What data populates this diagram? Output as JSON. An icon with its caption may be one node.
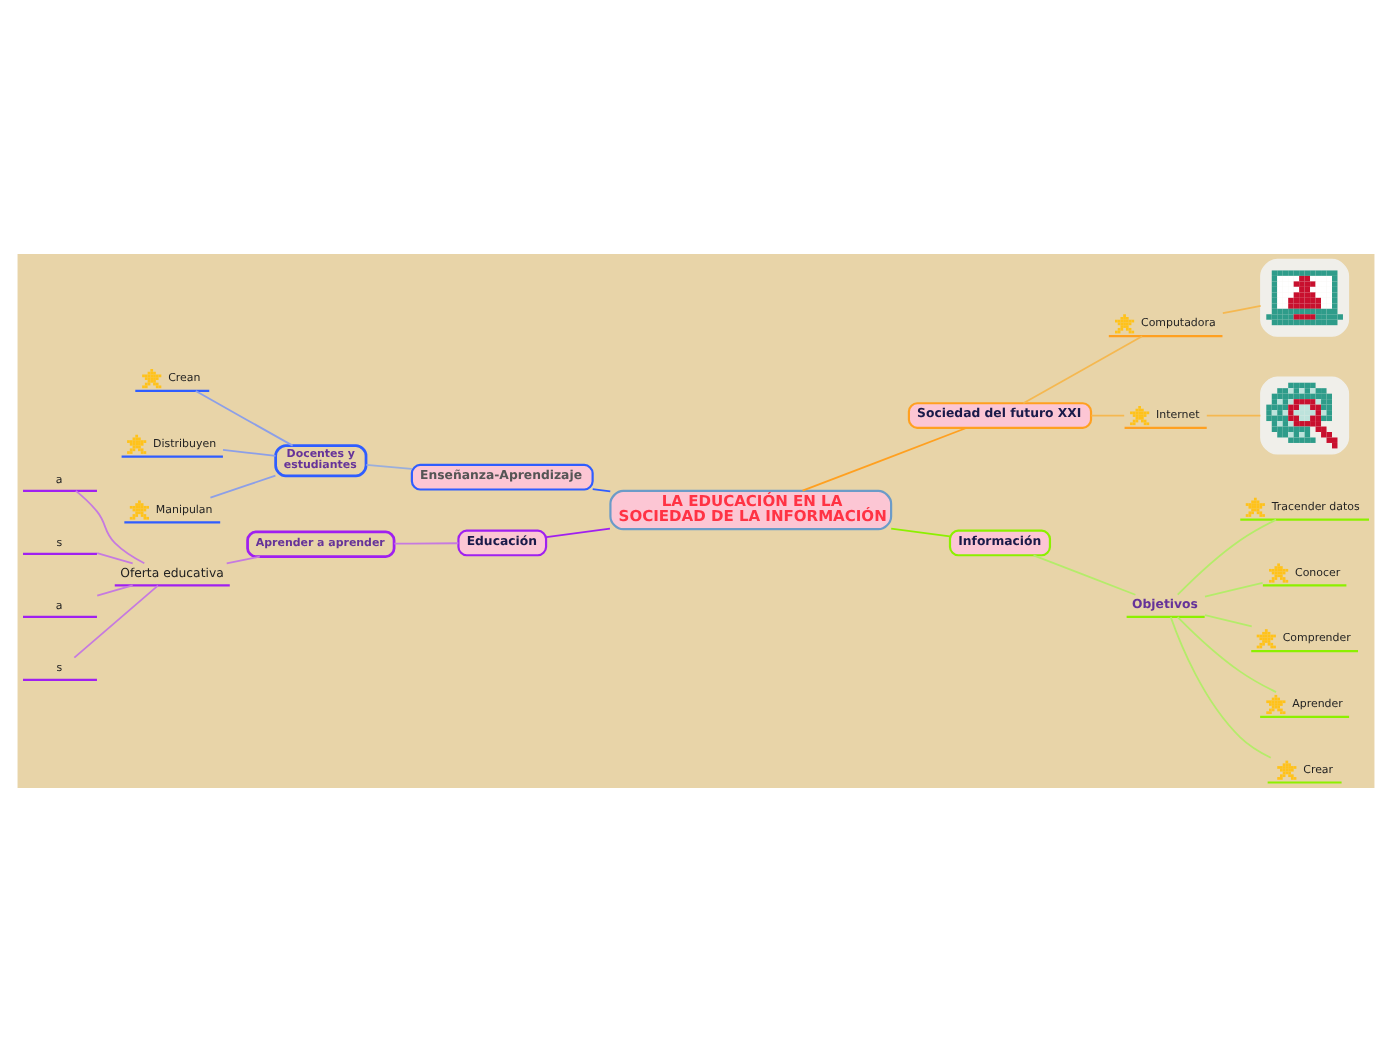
{
  "diagram": {
    "nodes": [
      {
        "text": [
          "LA EDUCACIÓN EN LA SOCIEDAD DE LA INFORMACIÓN"
        ]
      },
      {
        "text": [
          "Enseñanza-Aprendizaje"
        ]
      },
      {
        "text": [
          "Docentes y estudiantes"
        ]
      },
      {
        "text": [
          "Crean"
        ]
      },
      {
        "text": [
          "Distribuyen"
        ]
      },
      {
        "text": [
          "Manipulan"
        ]
      },
      {
        "text": [
          "Sociedad del futuro XXI"
        ]
      },
      {
        "text": [
          "Computadora"
        ]
      },
      {
        "text": [],
        "shape": "picture"
      },
      {
        "text": [
          "Internet"
        ]
      },
      {
        "text": [],
        "shape": "picture"
      },
      {
        "text": [
          "Información"
        ]
      },
      {
        "text": [
          "Objetivos"
        ]
      },
      {
        "text": [
          "Tracender datos"
        ]
      },
      {
        "text": [
          "Conocer"
        ]
      },
      {
        "text": [
          "Comprender"
        ]
      },
      {
        "text": [
          "Aprender"
        ]
      },
      {
        "text": [
          "Crear"
        ]
      },
      {
        "text": [
          "Educación"
        ]
      },
      {
        "text": [
          "Aprender a aprender"
        ]
      },
      {
        "text": [
          "Oferta educativa"
        ]
      },
      {
        "text": [
          "a"
        ]
      },
      {
        "text": [
          "s"
        ]
      },
      {
        "text": [
          "a"
        ]
      },
      {
        "text": [
          "s"
        ]
      }
    ],
    "edges": [
      {
        "from": 1,
        "to": 0,
        "arrow": "none",
        "color": "#2f5dff"
      },
      {
        "from": 2,
        "to": 1,
        "arrow": "none",
        "color": "#9aaedc"
      },
      {
        "from": 3,
        "to": 2,
        "arrow": "none",
        "color": "#8c9fe8"
      },
      {
        "from": 4,
        "to": 2,
        "arrow": "none",
        "color": "#8c9fe8"
      },
      {
        "from": 5,
        "to": 2,
        "arrow": "none",
        "color": "#8c9fe8"
      },
      {
        "from": 0,
        "to": 6,
        "arrow": "none",
        "color": "#ffa020"
      },
      {
        "from": 6,
        "to": 7,
        "arrow": "none",
        "color": "#f5b850"
      },
      {
        "from": 7,
        "to": 8,
        "arrow": "none",
        "color": "#f5b850"
      },
      {
        "from": 6,
        "to": 9,
        "arrow": "none",
        "color": "#f5b850"
      },
      {
        "from": 9,
        "to": 10,
        "arrow": "none",
        "color": "#f5b850"
      },
      {
        "from": 0,
        "to": 11,
        "arrow": "none",
        "color": "#8cf000"
      },
      {
        "from": 11,
        "to": 12,
        "arrow": "none",
        "color": "#b4ec6a"
      },
      {
        "from": 12,
        "to": 13,
        "arrow": "none",
        "color": "#b4ec6a"
      },
      {
        "from": 12,
        "to": 14,
        "arrow": "none",
        "color": "#b4ec6a"
      },
      {
        "from": 12,
        "to": 15,
        "arrow": "none",
        "color": "#b4ec6a"
      },
      {
        "from": 12,
        "to": 16,
        "arrow": "none",
        "color": "#b4ec6a"
      },
      {
        "from": 12,
        "to": 17,
        "arrow": "none",
        "color": "#b4ec6a"
      },
      {
        "from": 18,
        "to": 0,
        "arrow": "none",
        "color": "#a020f0"
      },
      {
        "from": 19,
        "to": 18,
        "arrow": "none",
        "color": "#c67ae0"
      },
      {
        "from": 20,
        "to": 19,
        "arrow": "none",
        "color": "#c67ae0"
      },
      {
        "from": 21,
        "to": 20,
        "arrow": "none",
        "color": "#c67ae0"
      },
      {
        "from": 22,
        "to": 20,
        "arrow": "none",
        "color": "#c67ae0"
      },
      {
        "from": 23,
        "to": 20,
        "arrow": "none",
        "color": "#c67ae0"
      },
      {
        "from": 24,
        "to": 20,
        "arrow": "none",
        "color": "#c67ae0"
      }
    ]
  }
}
